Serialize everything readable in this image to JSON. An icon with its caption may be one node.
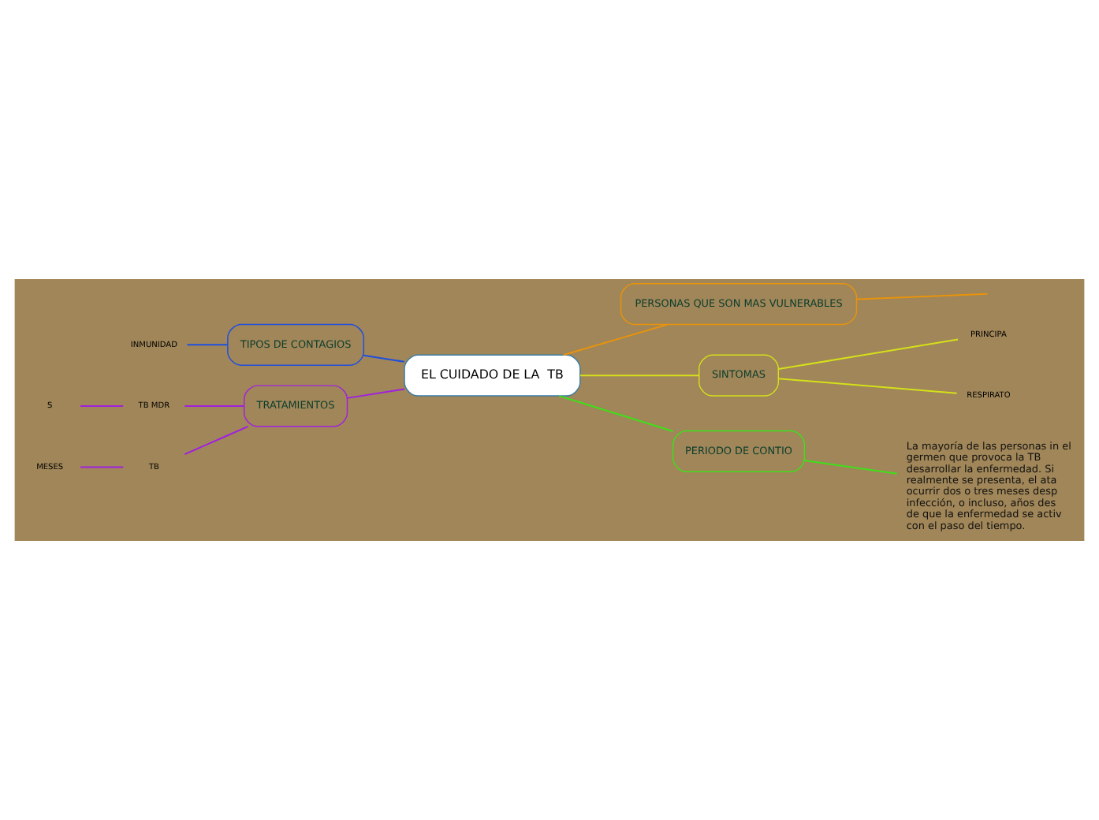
{
  "diagram": {
    "nodes": [
      {
        "text": [
          "EL CUIDADO DE LA  TB"
        ]
      },
      {
        "text": [
          "TIPOS DE CONTAGIOS"
        ]
      },
      {
        "text": [
          "INMUNIDAD"
        ]
      },
      {
        "text": [
          "PERSONAS QUE SON MAS VULNERABLES"
        ]
      },
      {
        "text": [
          "SINTOMAS"
        ]
      },
      {
        "text": [
          "PRINCIPA"
        ]
      },
      {
        "text": [
          "RESPIRATO"
        ]
      },
      {
        "text": [
          "TRATAMIENTOS"
        ]
      },
      {
        "text": [
          "TB MDR"
        ]
      },
      {
        "text": [
          "TB"
        ]
      },
      {
        "text": [
          "S"
        ]
      },
      {
        "text": [
          "MESES"
        ]
      },
      {
        "text": [
          "PERIODO DE CONTIO"
        ]
      },
      {
        "text": [
          "La mayoría de las personas in el germen que provoca la TB desarrollar la enfermedad. Si realmente se presenta, el ata ocurrir dos o tres meses desp infección, o incluso, años des de que la enfermedad se activ con el paso del tiempo."
        ]
      }
    ],
    "edges": [
      {
        "from": 0,
        "to": 1,
        "arrow": "none",
        "color": "#1f4fe0"
      },
      {
        "from": 1,
        "to": 2,
        "arrow": "none",
        "color": "#1f4fe0"
      },
      {
        "from": 0,
        "to": 3,
        "arrow": "none",
        "color": "#e8930c"
      },
      {
        "from": 3,
        "to": null,
        "arrow": "none",
        "color": "#e8930c"
      },
      {
        "from": 0,
        "to": 4,
        "arrow": "none",
        "color": "#d4e01a"
      },
      {
        "from": 4,
        "to": 5,
        "arrow": "none",
        "color": "#d4e01a"
      },
      {
        "from": 4,
        "to": 6,
        "arrow": "none",
        "color": "#d4e01a"
      },
      {
        "from": 0,
        "to": 7,
        "arrow": "none",
        "color": "#a020e0"
      },
      {
        "from": 7,
        "to": 8,
        "arrow": "none",
        "color": "#a020e0"
      },
      {
        "from": 7,
        "to": 9,
        "arrow": "none",
        "color": "#a020e0"
      },
      {
        "from": 8,
        "to": 10,
        "arrow": "none",
        "color": "#a020e0"
      },
      {
        "from": 9,
        "to": 11,
        "arrow": "none",
        "color": "#a020e0"
      },
      {
        "from": 0,
        "to": 12,
        "arrow": "none",
        "color": "#3ee01a"
      },
      {
        "from": 12,
        "to": 13,
        "arrow": "none",
        "color": "#3ee01a"
      }
    ]
  }
}
